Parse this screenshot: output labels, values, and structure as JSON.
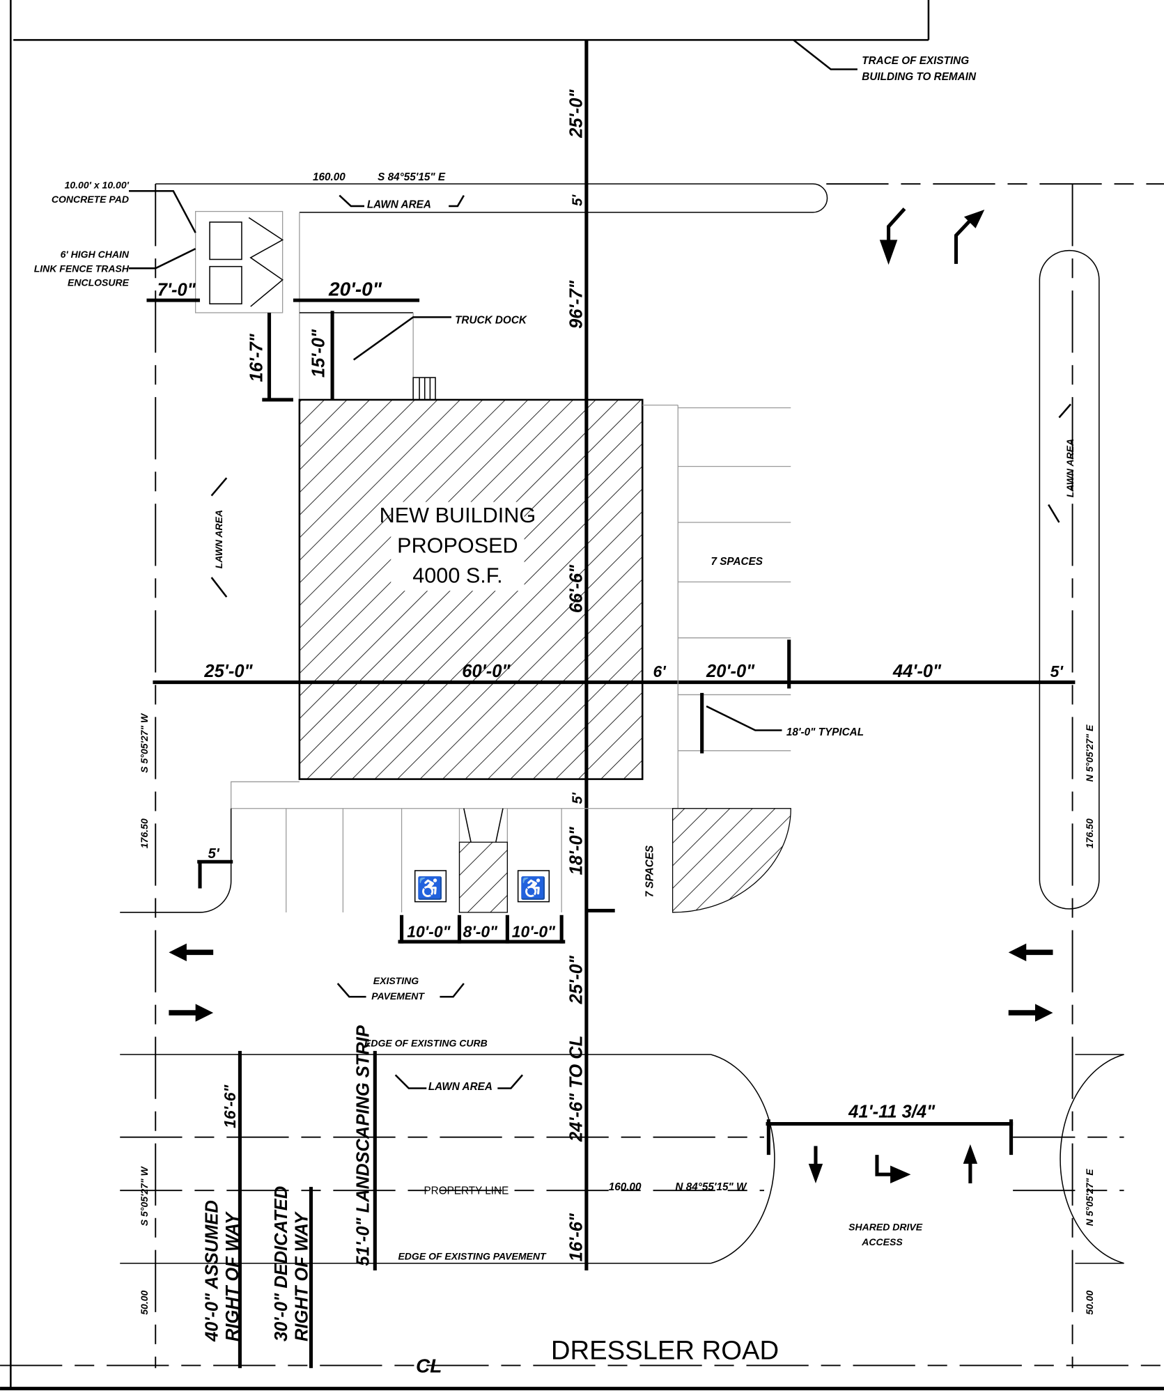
{
  "title": "Dressler Road Site Plan",
  "building": {
    "line1": "NEW BUILDING",
    "line2": "PROPOSED",
    "line3": "4000 S.F."
  },
  "road_name": "DRESSLER ROAD",
  "centerline_symbol": "CL",
  "notes": {
    "existing_building": [
      "TRACE OF EXISTING",
      "BUILDING TO REMAIN"
    ],
    "concrete_pad": [
      "10.00' x 10.00'",
      "CONCRETE PAD"
    ],
    "trash_enclosure": [
      "6' HIGH CHAIN",
      "LINK FENCE TRASH",
      "ENCLOSURE"
    ],
    "truck_dock": "TRUCK DOCK",
    "lawn_area": "LAWN AREA",
    "spaces_right": "7 SPACES",
    "spaces_lower": "7 SPACES",
    "typical": "18'-0\" TYPICAL",
    "existing_pavement_mid": [
      "EXISTING",
      "PAVEMENT"
    ],
    "edge_of_curb": "EDGE OF EXISTING CURB",
    "edge_of_pavement": "EDGE OF EXISTING PAVEMENT",
    "property_line": "PROPERTY LINE",
    "landscaping_strip": "51'-0\" LANDSCAPING STRIP",
    "shared_drive": [
      "SHARED DRIVE",
      "ACCESS"
    ],
    "to_cl": "24'-6\" TO CL",
    "assumed_row": [
      "40'-0\" ASSUMED",
      "RIGHT OF WAY"
    ],
    "dedicated_row": [
      "30'-0\" DEDICATED",
      "RIGHT OF WAY"
    ]
  },
  "bearings": {
    "top": {
      "distance": "160.00",
      "bearing": "S 84°55'15\" E"
    },
    "bottom": {
      "distance": "160.00",
      "bearing": "N 84°55'15\" W"
    },
    "left_upper": {
      "bearing": "S 5°05'27\" W",
      "distance": "176.50"
    },
    "right_upper": {
      "bearing": "N 5°05'27\" E",
      "distance": "176.50"
    },
    "left_lower": {
      "bearing": "S 5°05'27\" W",
      "distance": "50.00"
    },
    "right_lower": {
      "bearing": "N 5°05'27\" E",
      "distance": "50.00"
    }
  },
  "dimensions": {
    "top_vertical": "25'-0\"",
    "lawn_5": "5'",
    "v_96_7": "96'-7\"",
    "v_66_6": "66'-6\"",
    "trash_7": "7'-0\"",
    "dock_20": "20'-0\"",
    "dock_16_7": "16'-7\"",
    "dock_15": "15'-0\"",
    "h_25": "25'-0\"",
    "h_60": "60'-0\"",
    "h_6": "6'",
    "h_20": "20'-0\"",
    "h_44": "44'-0\"",
    "h_5": "5'",
    "v_5_lower": "5'",
    "v_18": "18'-0\"",
    "v_25_lower": "25'-0\"",
    "radius_5": "5'",
    "hc_10a": "10'-0\"",
    "hc_8": "8'-0\"",
    "hc_10b": "10'-0\"",
    "v_16_6a": "16'-6\"",
    "v_16_6b": "16'-6\"",
    "drive_width": "41'-11 3/4\""
  }
}
